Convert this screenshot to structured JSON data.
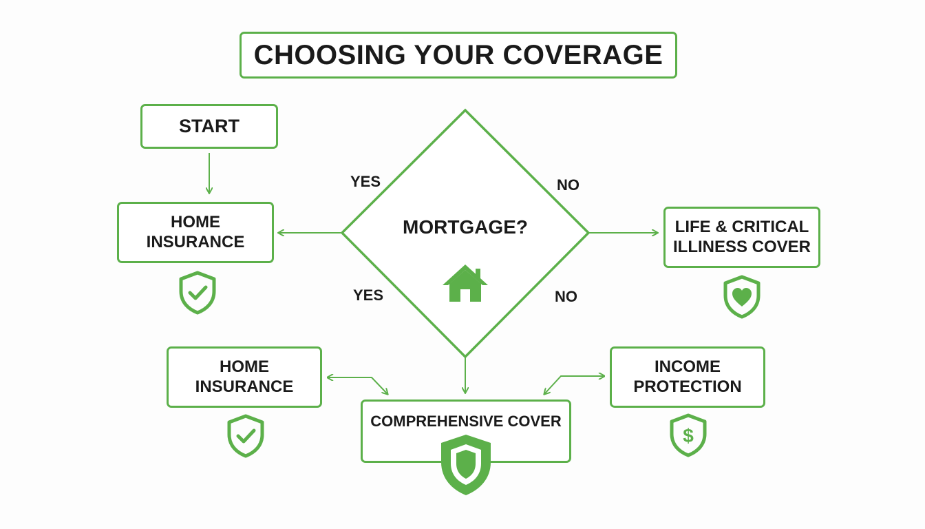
{
  "title": "CHOOSING YOUR COVERAGE",
  "start": "START",
  "decision": {
    "question": "MORTGAGE?",
    "icon": "house-icon"
  },
  "branch_labels": {
    "yes_top": "YES",
    "no_top": "NO",
    "yes_bottom": "YES",
    "no_bottom": "NO"
  },
  "nodes": {
    "home_insurance_top": [
      "HOME",
      "INSURANCE"
    ],
    "life_critical": [
      "LIFE & CRITICAL",
      "ILLINESS COVER"
    ],
    "home_insurance_bottom": [
      "HOME",
      "INSURANCE"
    ],
    "income_protection": [
      "INCOME",
      "PROTECTION"
    ],
    "comprehensive": "COMPREHENSIVE COVER"
  },
  "icons": {
    "home_top": "shield-check-icon",
    "life": "shield-heart-icon",
    "home_bottom": "shield-check-icon",
    "income": "shield-dollar-icon",
    "comprehensive": "shield-icon"
  },
  "colors": {
    "accent": "#5cb04a",
    "text": "#1a1a1a",
    "background": "#fdfdfd"
  }
}
